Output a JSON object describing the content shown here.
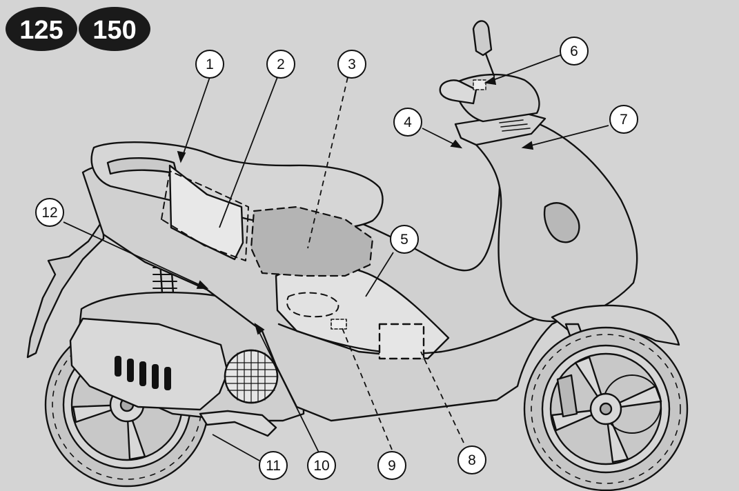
{
  "colors": {
    "background": "#d4d4d4",
    "ink": "#111111",
    "body_fill": "#d0d0d0",
    "highlight_fill": "#e4e4e4",
    "shade_fill": "#b4b4b4",
    "badge_fill": "#1a1a1a",
    "badge_text": "#ffffff"
  },
  "badges": [
    "125",
    "150"
  ],
  "callouts": [
    "1",
    "2",
    "3",
    "4",
    "5",
    "6",
    "7",
    "8",
    "9",
    "10",
    "11",
    "12"
  ]
}
